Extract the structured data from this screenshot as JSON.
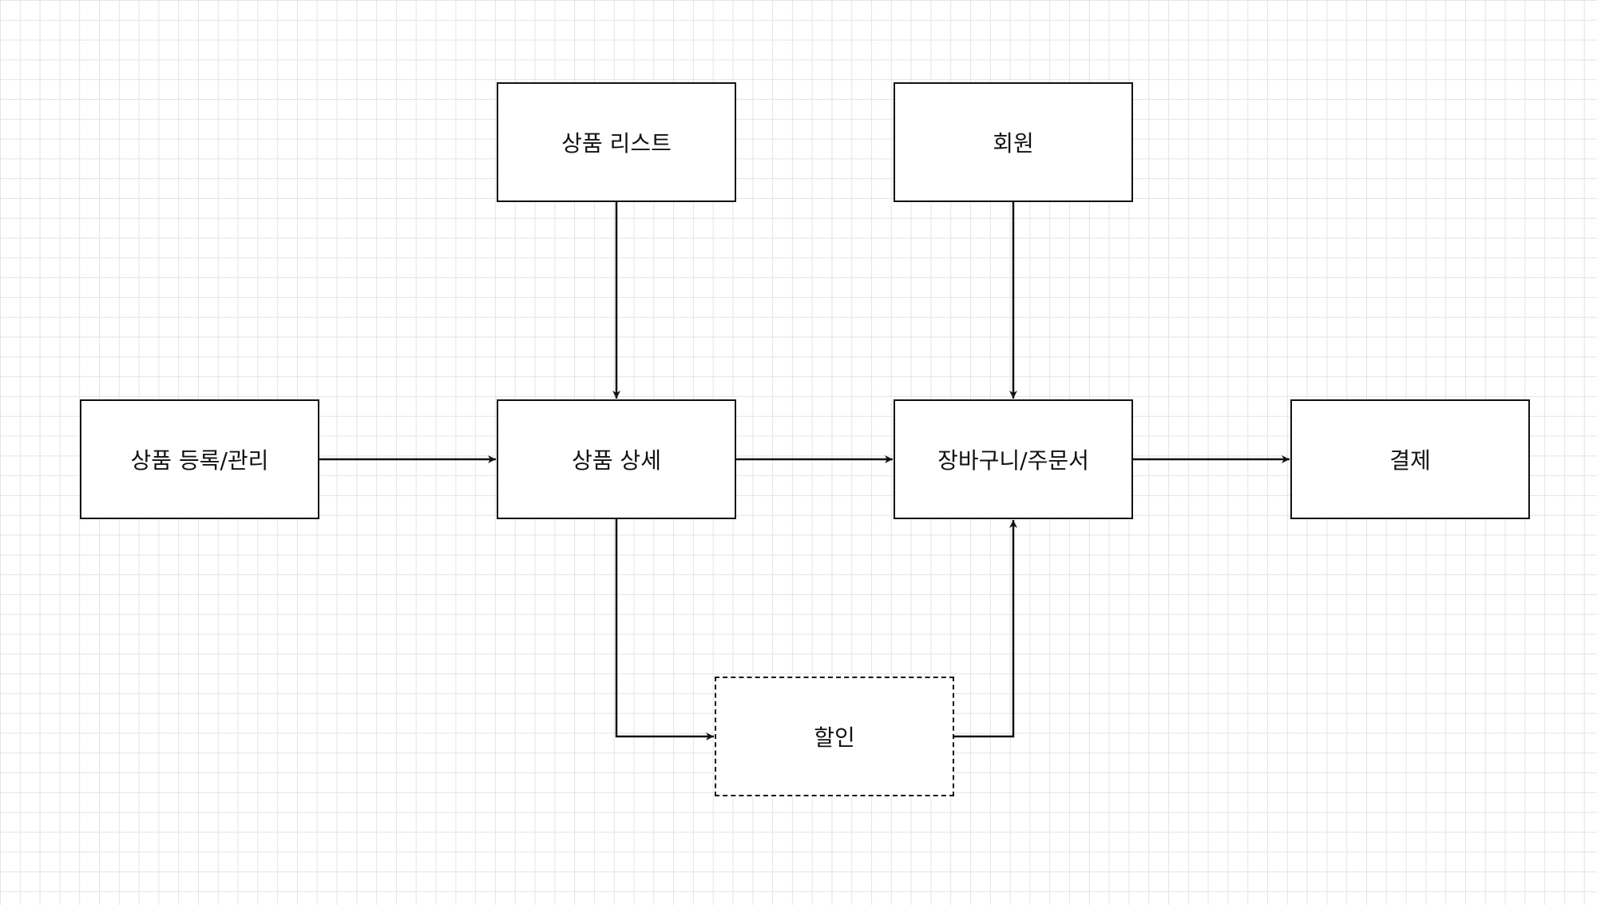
{
  "diagram": {
    "nodes": {
      "product_list": {
        "label": "상품 리스트"
      },
      "member": {
        "label": "회원"
      },
      "product_register": {
        "label": "상품 등록/관리"
      },
      "product_detail": {
        "label": "상품 상세"
      },
      "cart_order": {
        "label": "장바구니/주문서"
      },
      "payment": {
        "label": "결제"
      },
      "discount": {
        "label": "할인",
        "style": "dashed"
      }
    },
    "edges": [
      {
        "from": "product_list",
        "to": "product_detail"
      },
      {
        "from": "member",
        "to": "cart_order"
      },
      {
        "from": "product_register",
        "to": "product_detail"
      },
      {
        "from": "product_detail",
        "to": "cart_order"
      },
      {
        "from": "cart_order",
        "to": "payment"
      },
      {
        "from": "product_detail",
        "to": "discount"
      },
      {
        "from": "discount",
        "to": "cart_order"
      }
    ],
    "colors": {
      "stroke": "#111111",
      "grid": "#e4e4e4",
      "background": "#ffffff"
    }
  }
}
